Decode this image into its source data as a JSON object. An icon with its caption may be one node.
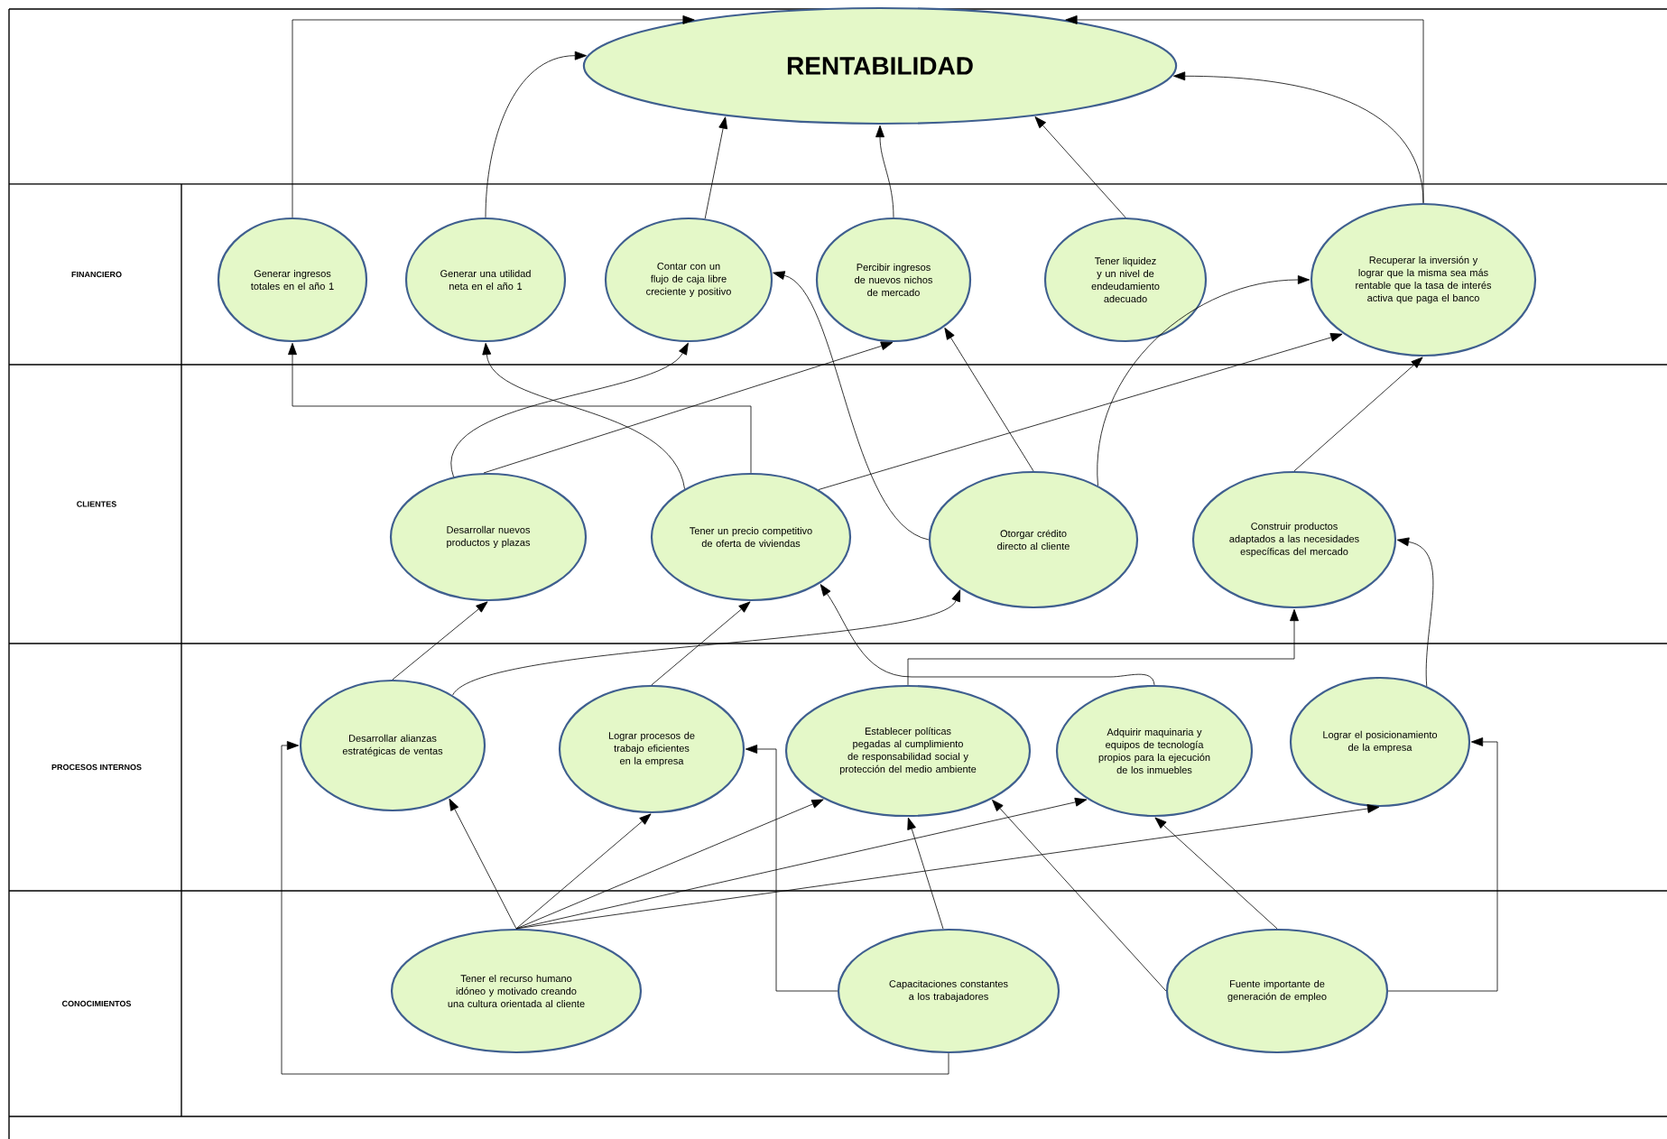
{
  "diagram": {
    "nodes": [
      {
        "text": [
          "RENTABILIDAD"
        ]
      },
      {
        "text": [
          "Generar ingresos totales en el año 1"
        ]
      },
      {
        "text": [
          "Generar una utilidad neta en el año 1"
        ]
      },
      {
        "text": [
          "Contar con un flujo de caja libre creciente y positivo"
        ]
      },
      {
        "text": [
          "Percibir ingresos de nuevos nichos de mercado"
        ]
      },
      {
        "text": [
          "Tener liquidez y un nivel de endeudamiento adecuado"
        ]
      },
      {
        "text": [
          "Recuperar la inversión y lograr que la misma sea más rentable que la tasa de interés activa que paga el banco"
        ]
      },
      {
        "text": [
          "Desarrollar nuevos productos y plazas"
        ]
      },
      {
        "text": [
          "Tener un precio competitivo de oferta de viviendas"
        ]
      },
      {
        "text": [
          "Otorgar crédito directo al cliente"
        ]
      },
      {
        "text": [
          "Construir productos adaptados a las necesidades específicas del mercado"
        ]
      },
      {
        "text": [
          "Desarrollar alianzas estratégicas de ventas"
        ]
      },
      {
        "text": [
          "Lograr procesos de trabajo eficientes en la empresa"
        ]
      },
      {
        "text": [
          "Establecer políticas pegadas al cumplimiento de responsabilidad social y protección del medio ambiente"
        ]
      },
      {
        "text": [
          "Adquirir maquinaria y equipos de tecnología propios para la ejecución de los inmuebles"
        ]
      },
      {
        "text": [
          "Lograr el posicionamiento de la empresa"
        ]
      },
      {
        "text": [
          "Tener el recurso humano idóneo y motivado creando una cultura orientada al cliente"
        ]
      },
      {
        "text": [
          "Capacitaciones constantes a los trabajadores"
        ]
      },
      {
        "text": [
          "Fuente importante de generación de empleo"
        ]
      }
    ],
    "edges": [
      {
        "from": 1,
        "to": 0,
        "arrow": "to"
      },
      {
        "from": 2,
        "to": 0,
        "arrow": "to"
      },
      {
        "from": 3,
        "to": 0,
        "arrow": "to"
      },
      {
        "from": 4,
        "to": 0,
        "arrow": "to"
      },
      {
        "from": 5,
        "to": 0,
        "arrow": "to"
      },
      {
        "from": 6,
        "to": 0,
        "arrow": "to"
      },
      {
        "from": 6,
        "to": 0,
        "arrow": "to"
      },
      {
        "from": 8,
        "to": 1,
        "arrow": "to"
      },
      {
        "from": 8,
        "to": 2,
        "arrow": "to"
      },
      {
        "from": 7,
        "to": 3,
        "arrow": "to"
      },
      {
        "from": 7,
        "to": 4,
        "arrow": "to"
      },
      {
        "from": 9,
        "to": 3,
        "arrow": "to"
      },
      {
        "from": 9,
        "to": 4,
        "arrow": "to"
      },
      {
        "from": 9,
        "to": 6,
        "arrow": "to"
      },
      {
        "from": 8,
        "to": 6,
        "arrow": "to"
      },
      {
        "from": 10,
        "to": 6,
        "arrow": "to"
      },
      {
        "from": 11,
        "to": 7,
        "arrow": "to"
      },
      {
        "from": 11,
        "to": 9,
        "arrow": "to"
      },
      {
        "from": 12,
        "to": 8,
        "arrow": "to"
      },
      {
        "from": 13,
        "to": 10,
        "arrow": "to"
      },
      {
        "from": 14,
        "to": 8,
        "arrow": "to"
      },
      {
        "from": 15,
        "to": 10,
        "arrow": "to"
      },
      {
        "from": 16,
        "to": 11,
        "arrow": "to"
      },
      {
        "from": 16,
        "to": 12,
        "arrow": "to"
      },
      {
        "from": 16,
        "to": 13,
        "arrow": "to"
      },
      {
        "from": 16,
        "to": 14,
        "arrow": "to"
      },
      {
        "from": 16,
        "to": 15,
        "arrow": "to"
      },
      {
        "from": 17,
        "to": 13,
        "arrow": "to"
      },
      {
        "from": 17,
        "to": 12,
        "arrow": "to"
      },
      {
        "from": 17,
        "to": 11,
        "arrow": "to"
      },
      {
        "from": 18,
        "to": 13,
        "arrow": "to"
      },
      {
        "from": 18,
        "to": 14,
        "arrow": "to"
      },
      {
        "from": 18,
        "to": 15,
        "arrow": "to"
      }
    ],
    "labels": [
      "FINANCIERO",
      "CLIENTES",
      "PROCESOS INTERNOS",
      "CONOCIMIENTOS"
    ]
  }
}
